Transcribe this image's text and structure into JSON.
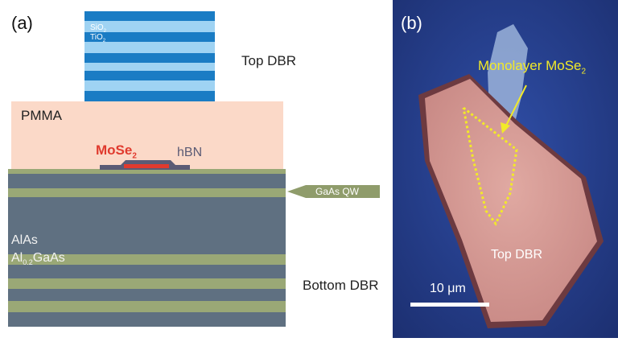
{
  "panel_a": {
    "label": "(a)",
    "top_dbr": {
      "label": "Top DBR",
      "layer1": "SiO",
      "layer1_sub": "2",
      "layer2": "TiO",
      "layer2_sub": "2",
      "color_dark": "#1a7cc4",
      "color_light": "#9fd3f3"
    },
    "pmma": {
      "label": "PMMA",
      "color": "#fbd9c8"
    },
    "mose2": {
      "label": "MoSe",
      "sub": "2",
      "color": "#e03a2e"
    },
    "hbn": {
      "label": "hBN",
      "color": "#5b5b75"
    },
    "gaas_qw": {
      "label": "GaAs QW",
      "color": "#8f9c6b"
    },
    "bottom_dbr": {
      "label": "Bottom DBR",
      "layer1": "AlAs",
      "layer2_pre": "Al",
      "layer2_sub": "0.2",
      "layer2_post": "GaAs",
      "color_alas": "#5f7081",
      "color_algaas": "#9aa876"
    }
  },
  "panel_b": {
    "label": "(b)",
    "annotation": "Monolayer MoSe",
    "annotation_sub": "2",
    "annotation_color": "#f2ea28",
    "top_dbr_label": "Top DBR",
    "scale_bar_label": "10 μm",
    "background_color": "#233a86",
    "flake_color": "#d59a94"
  }
}
